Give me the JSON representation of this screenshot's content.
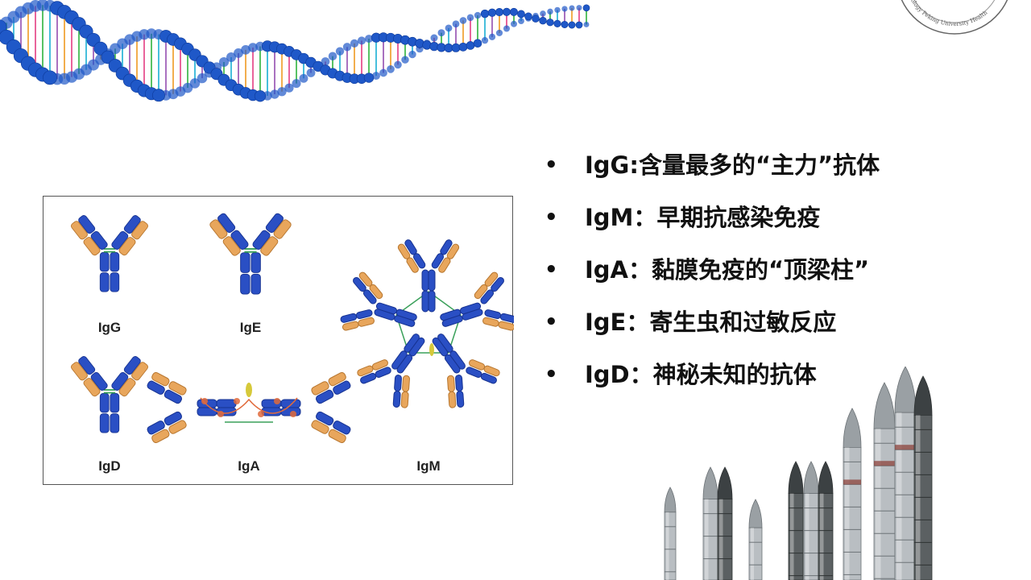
{
  "seal": {
    "text": "Pathology Peking University Health"
  },
  "figure": {
    "labels": {
      "igg": "IgG",
      "ige": "IgE",
      "igd": "IgD",
      "iga": "IgA",
      "igm": "IgM"
    },
    "colors": {
      "heavy": "#2a4fc4",
      "heavy_dark": "#173391",
      "light": "#e8a65c",
      "light_dark": "#b7762f",
      "bond": "#3aa05a",
      "jchain": "#d6c93a",
      "secretory": "#e06a3b"
    }
  },
  "bullets": [
    {
      "marker": "•",
      "text": "IgG:含量最多的“主力”抗体"
    },
    {
      "marker": "•",
      "text": "IgM：早期抗感染免疫"
    },
    {
      "marker": "•",
      "text": "IgA：黏膜免疫的“顶梁柱”"
    },
    {
      "marker": "•",
      "text": "IgE：寄生虫和过敏反应"
    },
    {
      "marker": "•",
      "text": "IgD：神秘未知的抗体"
    }
  ],
  "decor": {
    "dna_colors": [
      "#1f58c8",
      "#f0a030",
      "#e64a8a",
      "#3cb84a",
      "#27b5d6",
      "#9b59b6"
    ]
  }
}
